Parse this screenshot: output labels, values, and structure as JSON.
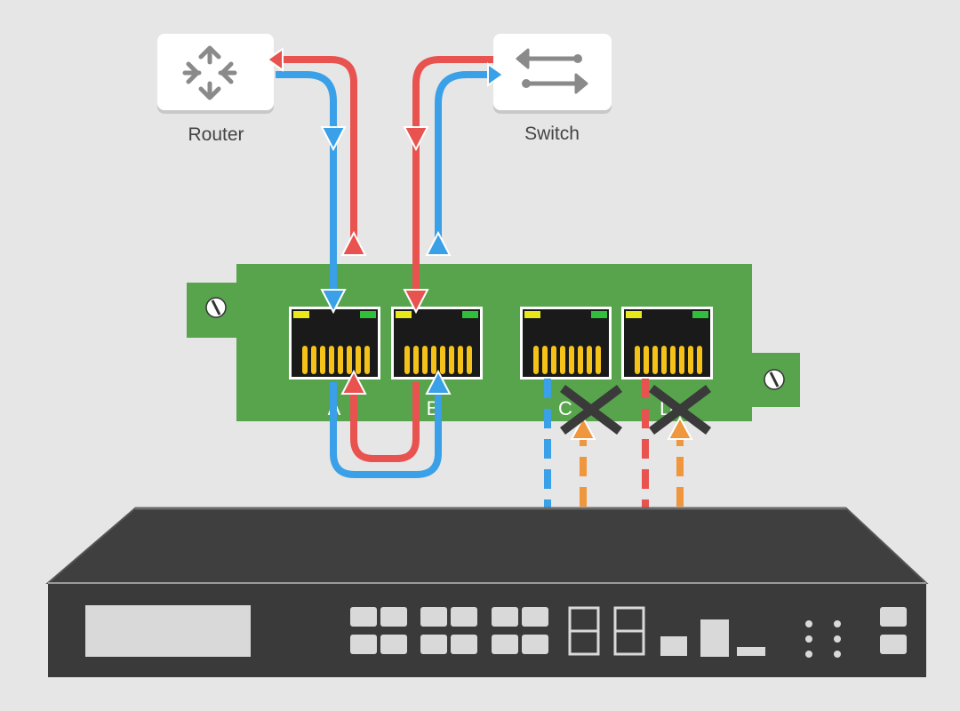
{
  "devices": {
    "router": {
      "label": "Router",
      "icon": "router-icon"
    },
    "switch": {
      "label": "Switch",
      "icon": "switch-icon"
    }
  },
  "ports": [
    {
      "id": "A",
      "label": "A",
      "status": "active"
    },
    {
      "id": "B",
      "label": "B",
      "status": "active"
    },
    {
      "id": "C",
      "label": "C",
      "status": "blocked"
    },
    {
      "id": "D",
      "label": "D",
      "status": "blocked"
    }
  ],
  "colors": {
    "background": "#e6e6e6",
    "card": "#57a44c",
    "blue_flow": "#3aa0e8",
    "red_flow": "#e8524f",
    "orange_flow": "#f0963c",
    "appliance": "#3f3f3f",
    "port_pin": "#f5c21a",
    "led_left": "#e8e81a",
    "led_right": "#2fbf3a",
    "cross": "#3a3a3a"
  }
}
